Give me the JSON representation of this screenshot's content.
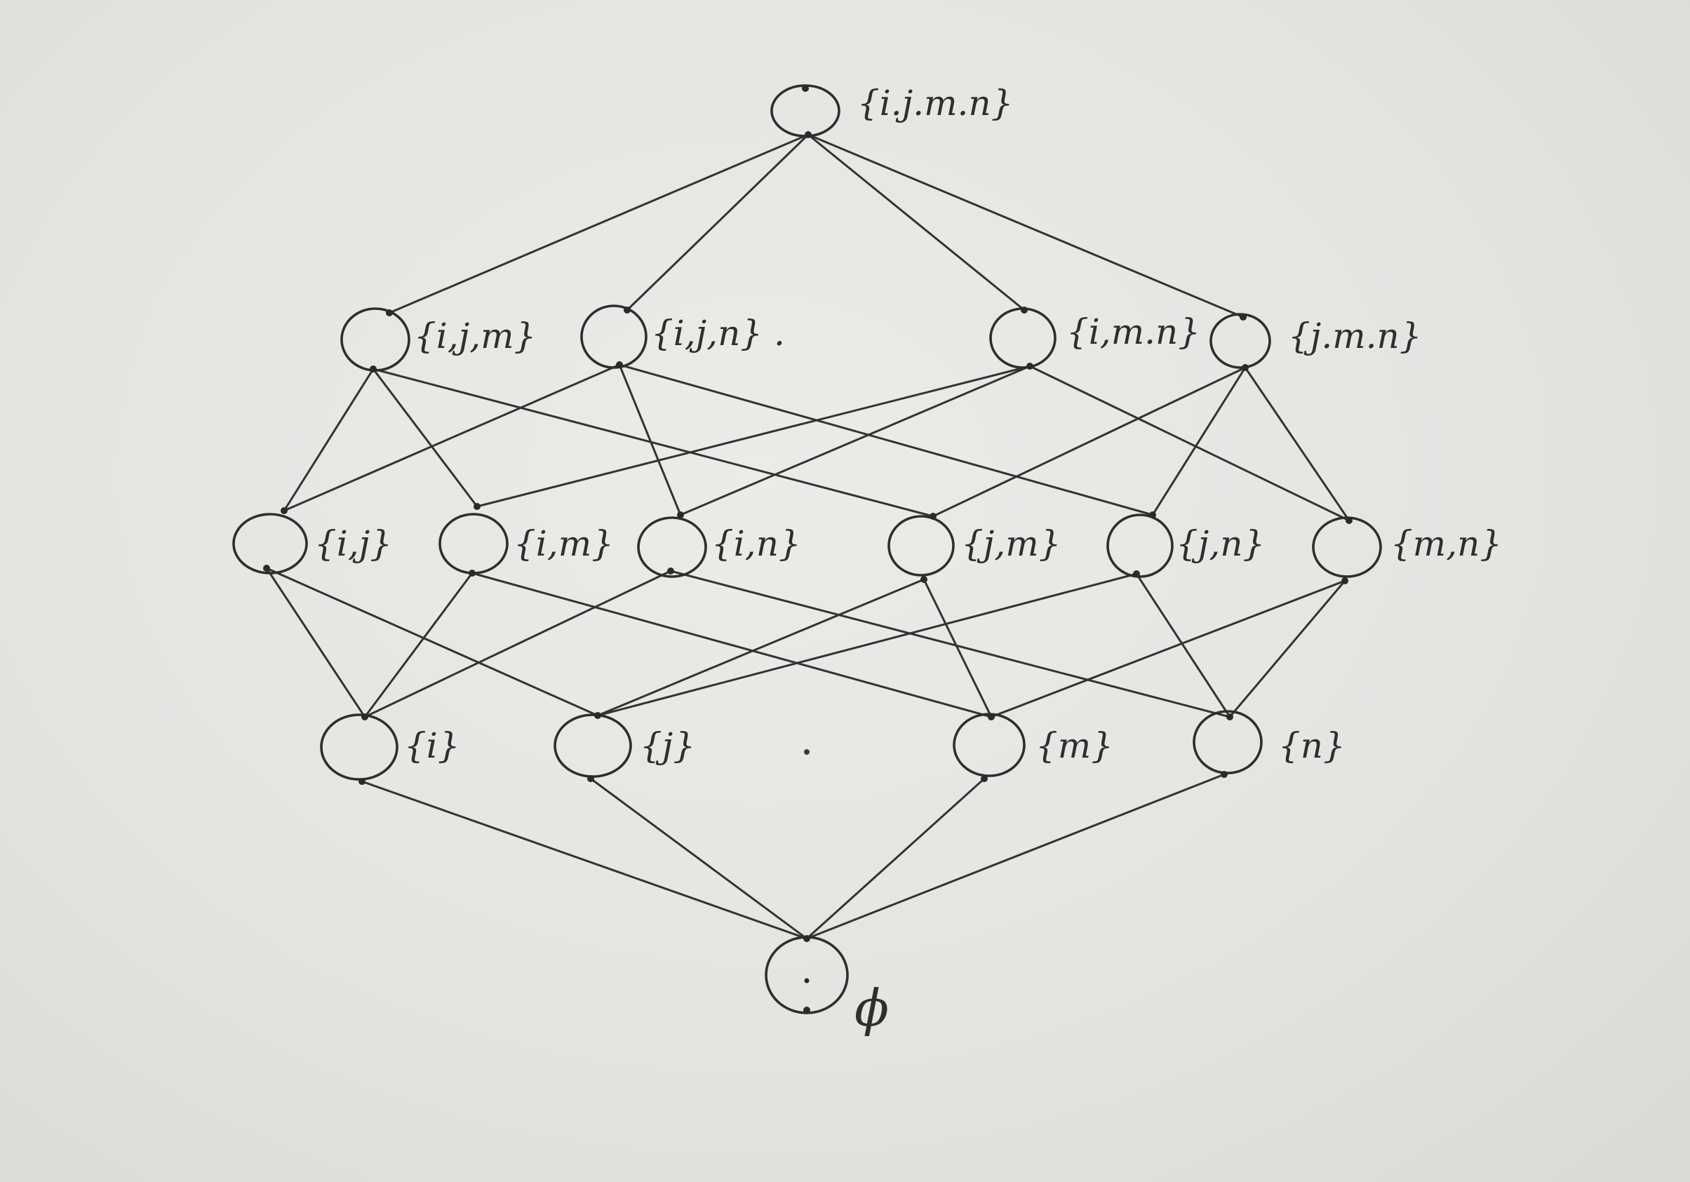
{
  "diagram": {
    "nodes": [
      {
        "id": "ijmn",
        "label": "{i.j.m.n}"
      },
      {
        "id": "ijm",
        "label": "{i,j,m}"
      },
      {
        "id": "ijn",
        "label": "{i,j,n} ."
      },
      {
        "id": "imn",
        "label": "{i,m.n}"
      },
      {
        "id": "jmn",
        "label": "{j.m.n}"
      },
      {
        "id": "ij",
        "label": "{i,j}"
      },
      {
        "id": "im",
        "label": "{i,m}"
      },
      {
        "id": "in",
        "label": "{i,n}"
      },
      {
        "id": "jm",
        "label": "{j,m}"
      },
      {
        "id": "jn",
        "label": "{j,n}"
      },
      {
        "id": "mn",
        "label": "{m,n}"
      },
      {
        "id": "i",
        "label": "{i}"
      },
      {
        "id": "j",
        "label": "{j}"
      },
      {
        "id": "m",
        "label": "{m}"
      },
      {
        "id": "n",
        "label": "{n}"
      },
      {
        "id": "empty",
        "label": "ϕ"
      }
    ],
    "edges": [
      [
        "ijmn",
        "ijm"
      ],
      [
        "ijmn",
        "ijn"
      ],
      [
        "ijmn",
        "imn"
      ],
      [
        "ijmn",
        "jmn"
      ],
      [
        "ijm",
        "ij"
      ],
      [
        "ijm",
        "im"
      ],
      [
        "ijm",
        "jm"
      ],
      [
        "ijn",
        "ij"
      ],
      [
        "ijn",
        "in"
      ],
      [
        "ijn",
        "jn"
      ],
      [
        "imn",
        "im"
      ],
      [
        "imn",
        "in"
      ],
      [
        "imn",
        "mn"
      ],
      [
        "jmn",
        "jm"
      ],
      [
        "jmn",
        "jn"
      ],
      [
        "jmn",
        "mn"
      ],
      [
        "ij",
        "i"
      ],
      [
        "ij",
        "j"
      ],
      [
        "im",
        "i"
      ],
      [
        "im",
        "m"
      ],
      [
        "in",
        "i"
      ],
      [
        "in",
        "n"
      ],
      [
        "jm",
        "j"
      ],
      [
        "jm",
        "m"
      ],
      [
        "jn",
        "j"
      ],
      [
        "jn",
        "n"
      ],
      [
        "mn",
        "m"
      ],
      [
        "mn",
        "n"
      ],
      [
        "i",
        "empty"
      ],
      [
        "j",
        "empty"
      ],
      [
        "m",
        "empty"
      ],
      [
        "n",
        "empty"
      ]
    ]
  }
}
